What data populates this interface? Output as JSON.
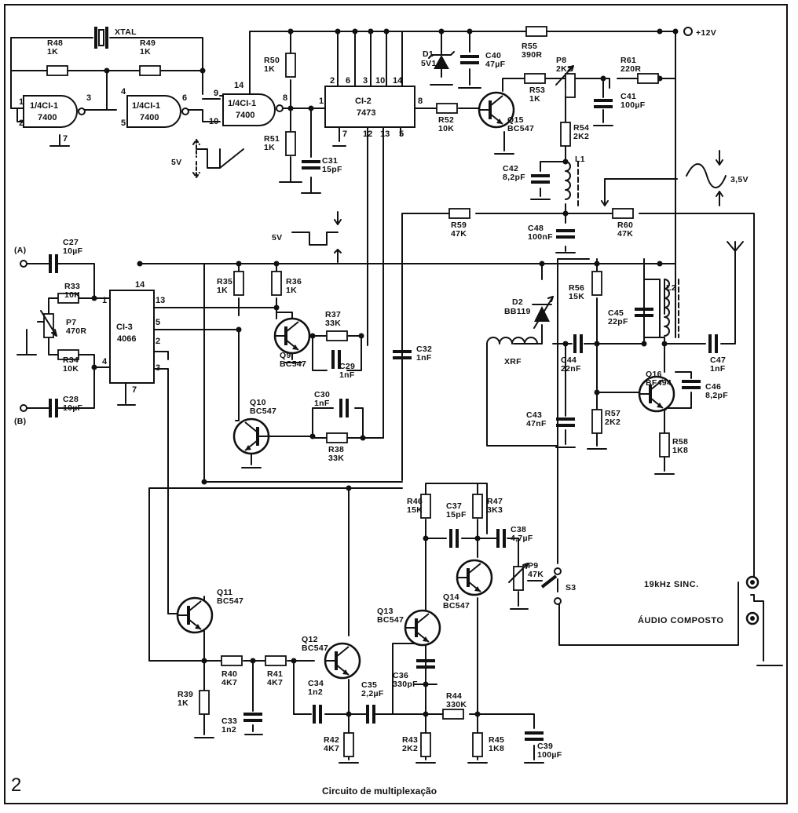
{
  "figure": {
    "number": "2",
    "caption": "Circuito de multiplexação"
  },
  "supply": "+12V",
  "xtal": "XTAL",
  "gates": [
    {
      "name": "1/4CI-1",
      "type": "7400"
    },
    {
      "name": "1/4CI-1",
      "type": "7400"
    },
    {
      "name": "1/4CI-1",
      "type": "7400"
    }
  ],
  "ics": {
    "ci2": {
      "name": "CI-2",
      "type": "7473"
    },
    "ci3": {
      "name": "CI-3",
      "type": "4066"
    }
  },
  "pins": {
    "g1": [
      "1",
      "2",
      "3",
      "7"
    ],
    "g2": [
      "4",
      "5",
      "6"
    ],
    "g3": [
      "9",
      "10",
      "8",
      "14"
    ],
    "ci2_top": [
      "2",
      "6",
      "3",
      "10",
      "14"
    ],
    "ci2_side": [
      "1",
      "8"
    ],
    "ci2_bottom": [
      "7",
      "12",
      "13",
      "5"
    ],
    "ci3": [
      "14",
      "1",
      "4",
      "13",
      "5",
      "2",
      "3",
      "7"
    ]
  },
  "resistors": {
    "R48": [
      "R48",
      "1K"
    ],
    "R49": [
      "R49",
      "1K"
    ],
    "R50": [
      "R50",
      "1K"
    ],
    "R51": [
      "R51",
      "1K"
    ],
    "R52": [
      "R52",
      "10K"
    ],
    "R53": [
      "R53",
      "1K"
    ],
    "R54": [
      "R54",
      "2K2"
    ],
    "R55": [
      "R55",
      "390R"
    ],
    "R61": [
      "R61",
      "220R"
    ],
    "R59": [
      "R59",
      "47K"
    ],
    "R60": [
      "R60",
      "47K"
    ],
    "R33": [
      "R33",
      "10K"
    ],
    "R34": [
      "R34",
      "10K"
    ],
    "R35": [
      "R35",
      "1K"
    ],
    "R36": [
      "R36",
      "1K"
    ],
    "R37": [
      "R37",
      "33K"
    ],
    "R38": [
      "R38",
      "33K"
    ],
    "R56": [
      "R56",
      "15K"
    ],
    "R57": [
      "R57",
      "2K2"
    ],
    "R58": [
      "R58",
      "1K8"
    ],
    "R46": [
      "R46",
      "15K"
    ],
    "R47": [
      "R47",
      "3K3"
    ],
    "R39": [
      "R39",
      "1K"
    ],
    "R40": [
      "R40",
      "4K7"
    ],
    "R41": [
      "R41",
      "4K7"
    ],
    "R42": [
      "R42",
      "4K7"
    ],
    "R43": [
      "R43",
      "2K2"
    ],
    "R44": [
      "R44",
      "330K"
    ],
    "R45": [
      "R45",
      "1K8"
    ]
  },
  "pots": {
    "P7": [
      "P7",
      "470R"
    ],
    "P8": [
      "P8",
      "2K2"
    ],
    "P9": [
      "P9",
      "47K"
    ]
  },
  "capacitors": {
    "C31": [
      "C31",
      "15pF"
    ],
    "C40": [
      "C40",
      "47µF"
    ],
    "C41": [
      "C41",
      "100µF"
    ],
    "C42": [
      "C42",
      "8,2pF"
    ],
    "C48": [
      "C48",
      "100nF"
    ],
    "C27": [
      "C27",
      "10µF"
    ],
    "C28": [
      "C28",
      "10µF"
    ],
    "C29": [
      "C29",
      "1nF"
    ],
    "C30": [
      "C30",
      "1nF"
    ],
    "C32": [
      "C32",
      "1nF"
    ],
    "C45": [
      "C45",
      "22pF"
    ],
    "C44": [
      "C44",
      "22nF"
    ],
    "C47": [
      "C47",
      "1nF"
    ],
    "C46": [
      "C46",
      "8,2pF"
    ],
    "C43": [
      "C43",
      "47nF"
    ],
    "C37": [
      "C37",
      "15pF"
    ],
    "C38": [
      "C38",
      "4,7µF"
    ],
    "C36": [
      "C36",
      "330pF"
    ],
    "C34": [
      "C34",
      "1n2"
    ],
    "C35": [
      "C35",
      "2,2µF"
    ],
    "C33": [
      "C33",
      "1n2"
    ],
    "C39": [
      "C39",
      "100µF"
    ]
  },
  "transistors": {
    "Q9": [
      "Q9",
      "BC547"
    ],
    "Q10": [
      "Q10",
      "BC547"
    ],
    "Q11": [
      "Q11",
      "BC547"
    ],
    "Q12": [
      "Q12",
      "BC547"
    ],
    "Q13": [
      "Q13",
      "BC547"
    ],
    "Q14": [
      "Q14",
      "BC547"
    ],
    "Q15": [
      "Q15",
      "BC547"
    ],
    "Q16": [
      "Q16",
      "BF494"
    ]
  },
  "diodes": {
    "D1": [
      "D1",
      "5V1"
    ],
    "D2": [
      "D2",
      "BB119"
    ]
  },
  "inductors": {
    "L1": "L1",
    "L2": "L2",
    "XRF": "XRF"
  },
  "switch": "S3",
  "inputs": {
    "a": "(A)",
    "b": "(B)"
  },
  "waveforms": {
    "w1": "5V",
    "w2": "5V",
    "w3": "3,5V"
  },
  "outputs": {
    "sync": "19kHz SINC.",
    "audio": "ÁUDIO COMPOSTO"
  }
}
